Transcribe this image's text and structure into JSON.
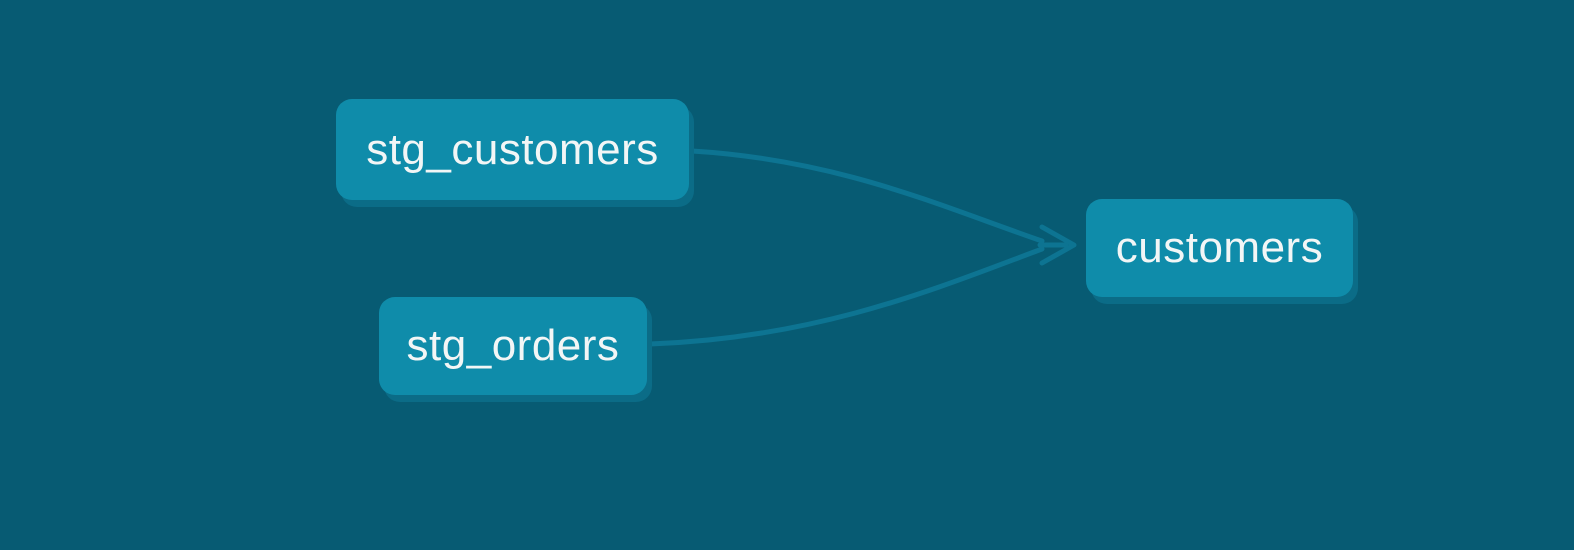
{
  "diagram": {
    "type": "lineage-graph",
    "colors": {
      "background": "#075b73",
      "node_fill": "#0f8caa",
      "node_shadow": "#0b6c87",
      "edge": "#0d7492",
      "text": "#f2f6f6"
    },
    "nodes": [
      {
        "id": "stg_customers",
        "label": "stg_customers"
      },
      {
        "id": "stg_orders",
        "label": "stg_orders"
      },
      {
        "id": "customers",
        "label": "customers"
      }
    ],
    "edges": [
      {
        "from": "stg_customers",
        "to": "customers"
      },
      {
        "from": "stg_orders",
        "to": "customers"
      }
    ]
  }
}
